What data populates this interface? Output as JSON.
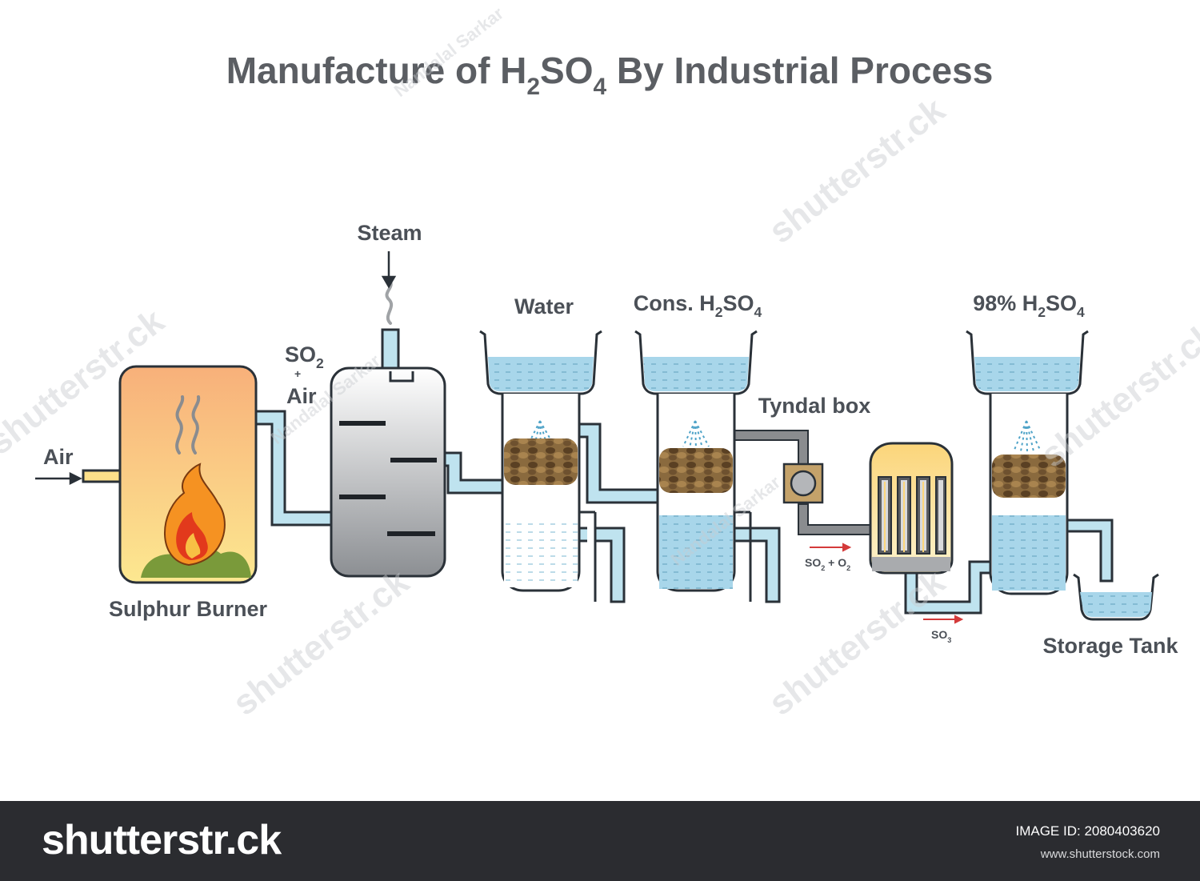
{
  "title": {
    "prefix": "Manufacture of H",
    "sub1": "2",
    "mid": "SO",
    "sub2": "4",
    "suffix": " By Industrial Process"
  },
  "labels": {
    "air": "Air",
    "steam": "Steam",
    "so2_air": {
      "line1_main": "SO",
      "line1_sub": "2",
      "plus": "+",
      "line2": "Air"
    },
    "water": "Water",
    "cons_acid": {
      "main": "Cons. H",
      "sub1": "2",
      "mid": "SO",
      "sub2": "4"
    },
    "tyndal_box": "Tyndal box",
    "acid_98": {
      "main": "98% H",
      "sub1": "2",
      "mid": "SO",
      "sub2": "4"
    },
    "so2_o2": {
      "a": "SO",
      "a_sub": "2",
      "plus": " + O",
      "b_sub": "2"
    },
    "so3": {
      "main": "SO",
      "sub": "3"
    },
    "sulphur_burner": "Sulphur Burner",
    "storage_tank": "Storage Tank"
  },
  "watermarks": {
    "author": "Nandalal Sarkar",
    "site": "shutterstr.ck"
  },
  "footer": {
    "brand": "shutterstr.ck",
    "image_id": "IMAGE ID: 2080403620",
    "url": "www.shutterstock.com"
  },
  "colors": {
    "pipe": "#bfe3ef",
    "pipe_stroke": "#2a3138",
    "liquid": "#a8d6ea",
    "burner_top": "#f8b07a",
    "burner_bottom": "#fce08a",
    "gray_pipe": "#8a8c8f",
    "arrow_red": "#d43a3a",
    "footer_bg": "#2b2c30"
  }
}
